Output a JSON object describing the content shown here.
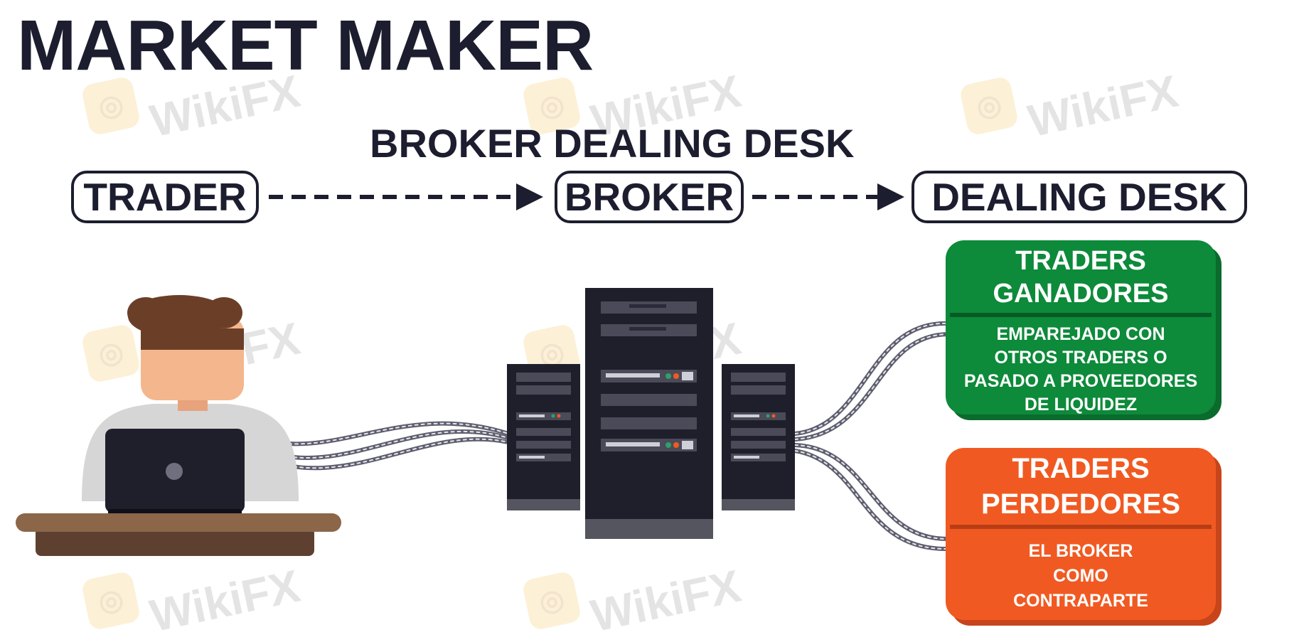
{
  "title": "MARKET MAKER",
  "subtitle": "BROKER DEALING DESK",
  "flow": {
    "trader": "TRADER",
    "broker": "BROKER",
    "dealing_desk": "DEALING DESK"
  },
  "winners_card": {
    "heading_line1": "TRADERS",
    "heading_line2": "GANADORES",
    "body_lines": [
      "EMPAREJADO CON",
      "OTROS TRADERS O",
      "PASADO A PROVEEDORES",
      "DE LIQUIDEZ"
    ],
    "color": "#0d8a3a",
    "shadow_color": "#0a6b2d"
  },
  "losers_card": {
    "heading_line1": "TRADERS",
    "heading_line2": "PERDEDORES",
    "body_lines": [
      "EL BROKER",
      "COMO",
      "CONTRAPARTE"
    ],
    "color": "#f05a22",
    "shadow_color": "#c8441a"
  },
  "watermark": {
    "text": "WikiFX"
  },
  "colors": {
    "ink": "#1c1d2e",
    "server_dark": "#1f1f2c",
    "server_base": "#55555f",
    "desk": "#8c6648",
    "desk_dark": "#5e4030",
    "hair": "#6b3f27",
    "skin": "#f4b68c",
    "shirt": "#d6d6d6",
    "cable": "#5e5e6e"
  },
  "icons": [
    "trader-person-icon",
    "laptop-icon",
    "desk-icon",
    "server-left-icon",
    "server-center-icon",
    "server-right-icon",
    "cable-icon",
    "arrow-right-icon"
  ]
}
